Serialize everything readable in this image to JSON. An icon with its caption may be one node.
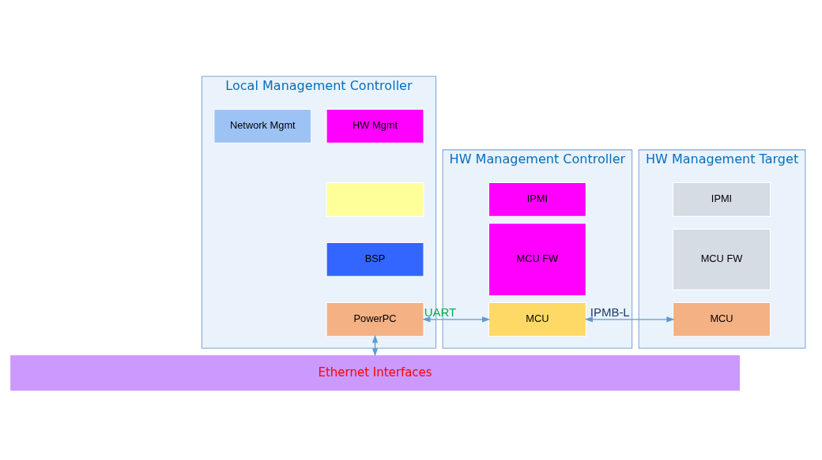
{
  "diagram": {
    "nodes": [
      {
        "text": [
          "Local Management Controller"
        ]
      },
      {
        "text": [
          "Network Mgmt"
        ],
        "in": 0
      },
      {
        "text": [
          "HW Mgmt"
        ],
        "in": 0
      },
      {
        "text": [],
        "shape": "box",
        "in": 0
      },
      {
        "text": [
          "BSP"
        ],
        "in": 0
      },
      {
        "text": [
          "PowerPC"
        ],
        "in": 0
      },
      {
        "text": [
          "HW Management Controller"
        ]
      },
      {
        "text": [
          "IPMI"
        ],
        "in": 6
      },
      {
        "text": [
          "MCU FW"
        ],
        "in": 6
      },
      {
        "text": [
          "MCU"
        ],
        "in": 6
      },
      {
        "text": [
          "HW Management Target"
        ]
      },
      {
        "text": [
          "IPMI"
        ],
        "in": 10
      },
      {
        "text": [
          "MCU FW"
        ],
        "in": 10
      },
      {
        "text": [
          "MCU"
        ],
        "in": 10
      },
      {
        "text": [
          "Ethernet Interfaces"
        ]
      }
    ],
    "edges": [
      {
        "from": 5,
        "to": 9,
        "arrow": "both",
        "label": "UART"
      },
      {
        "from": 9,
        "to": 13,
        "arrow": "both",
        "label": "IPMB-L"
      },
      {
        "from": 5,
        "to": 14,
        "arrow": "both"
      }
    ]
  }
}
